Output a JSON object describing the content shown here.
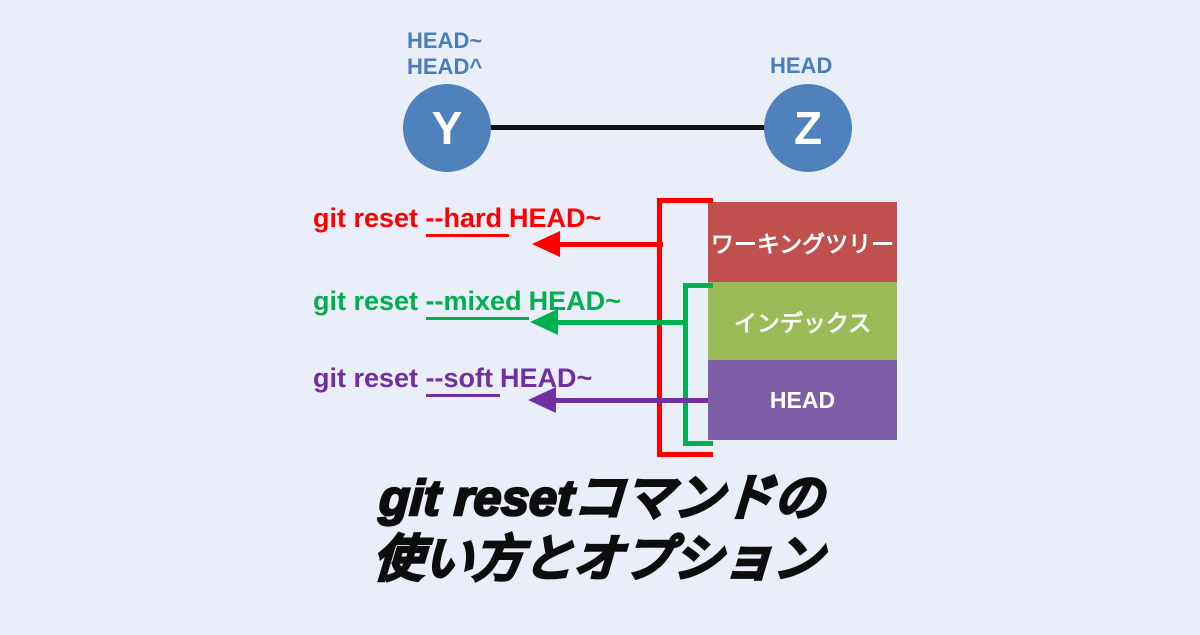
{
  "colors": {
    "background": "#eaeef8",
    "node_blue": "#4f81bd",
    "label_blue": "#4a7ebb",
    "commit_line": "#111111",
    "hard_red": "#fe0000",
    "mixed_green": "#00b050",
    "soft_purple": "#7030a0",
    "box_working_tree": "#c0504d",
    "box_index": "#9bbb59",
    "box_head": "#7c5ea6",
    "box_text": "#ffffff",
    "title_black": "#0d0d0d"
  },
  "graph": {
    "node_y": {
      "letter": "Y",
      "tag_line1": "HEAD~",
      "tag_line2": "HEAD^"
    },
    "node_z": {
      "letter": "Z",
      "tag": "HEAD"
    }
  },
  "commands": {
    "hard": {
      "prefix": "git reset ",
      "option": "--hard",
      "suffix": "HEAD~"
    },
    "mixed": {
      "prefix": "git reset ",
      "option": "--mixed",
      "suffix": "HEAD~"
    },
    "soft": {
      "prefix": "git reset ",
      "option": "--soft",
      "suffix": "HEAD~"
    }
  },
  "stack": {
    "working_tree": {
      "label": "ワーキングツリー"
    },
    "index": {
      "label": "インデックス"
    },
    "head": {
      "label": "HEAD"
    }
  },
  "title": {
    "line1": "git resetコマンドの",
    "line2": "使い方とオプション"
  }
}
